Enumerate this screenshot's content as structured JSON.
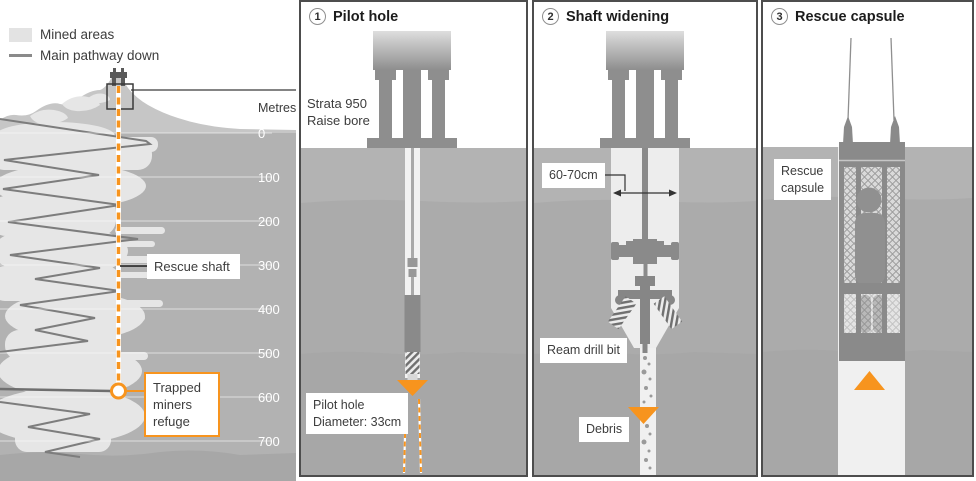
{
  "legend": {
    "mined_areas_label": "Mined areas",
    "main_pathway_label": "Main pathway down"
  },
  "depth_scale": {
    "unit": "Metres",
    "ticks": [
      "0",
      "100",
      "200",
      "300",
      "400",
      "500",
      "600",
      "700"
    ]
  },
  "cross_section_labels": {
    "rescue_shaft": "Rescue shaft",
    "trapped_refuge": "Trapped\nminers\nrefuge"
  },
  "panels": [
    {
      "number": "1",
      "title": "Pilot hole",
      "machine_label": "Strata 950\nRaise bore",
      "hole_label": "Pilot hole\nDiameter: 33cm"
    },
    {
      "number": "2",
      "title": "Shaft widening",
      "width_label": "60-70cm",
      "ream_label": "Ream drill bit",
      "debris_label": "Debris"
    },
    {
      "number": "3",
      "title": "Rescue capsule",
      "capsule_label": "Rescue\ncapsule"
    }
  ],
  "colors": {
    "accent_orange": "#F7941E",
    "ground_gray": "#ABABAB",
    "mined_area_gray": "#E6E6E6",
    "machine_gray": "#8E8E8E"
  }
}
